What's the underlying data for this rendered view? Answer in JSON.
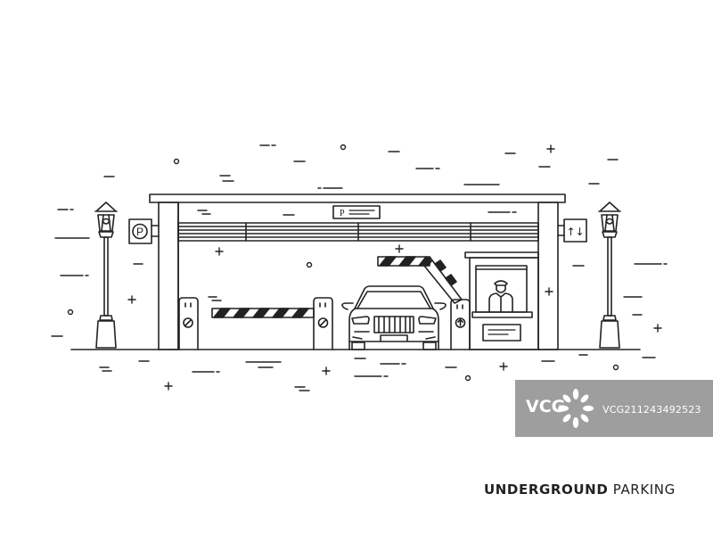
{
  "caption": {
    "bold": "UNDERGROUND",
    "light": " PARKING"
  },
  "signs": {
    "parking_letter": "P",
    "header_letter": "P",
    "direction_arrows": "↑↓"
  },
  "watermark": {
    "logo": "VCG",
    "id": "VCG211243492523"
  },
  "colors": {
    "line": "#222222",
    "background": "#ffffff",
    "watermark_bg": "#9e9e9e",
    "watermark_text": "#ffffff"
  },
  "icons": [
    "lamp-post-icon",
    "parking-sign-icon",
    "direction-arrows-icon",
    "car-icon",
    "barrier-gate-icon",
    "guard-booth-icon",
    "no-entry-icon",
    "watermark-flower-icon"
  ]
}
